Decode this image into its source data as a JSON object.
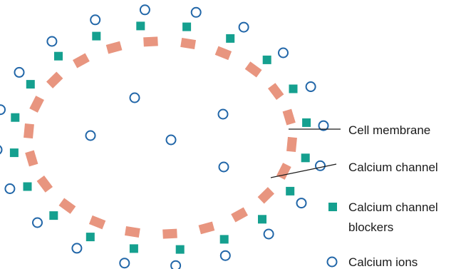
{
  "labels": {
    "membrane": "Cell membrane",
    "channel": "Calcium channel",
    "blockers_line1": "Calcium channel",
    "blockers_line2": "blockers",
    "ions": "Calcium ions"
  },
  "colors": {
    "membrane_segment": "#e8957f",
    "blocker": "#15a08f",
    "ion_stroke": "#2166a8",
    "leader_line": "#1a1a1a"
  },
  "icons": {
    "membrane": "membrane-segment",
    "blocker": "square",
    "ion": "circle-outline"
  }
}
